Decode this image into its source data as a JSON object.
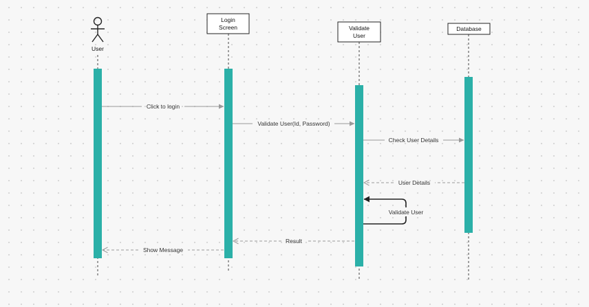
{
  "colors": {
    "activation": "#2bb0a8",
    "message": "#9a9a9a",
    "self_call": "#222222",
    "lifeline": "#444444",
    "box_border": "#222222",
    "box_fill": "#ffffff"
  },
  "participants": {
    "user": {
      "label": "User",
      "icon": "stick-figure-actor-icon"
    },
    "login_screen": {
      "line1": "Login",
      "line2": "Screen"
    },
    "validate_user": {
      "line1": "Validate",
      "line2": "User"
    },
    "database": {
      "label": "Database"
    }
  },
  "messages": {
    "click_to_login": "Click to login",
    "validate_user_call": "Validate User(Id, Password)",
    "check_user_details": "Check User Details",
    "user_details": "User Details",
    "validate_user_self": "Validate User",
    "result": "Result",
    "show_message": "Show Message"
  }
}
